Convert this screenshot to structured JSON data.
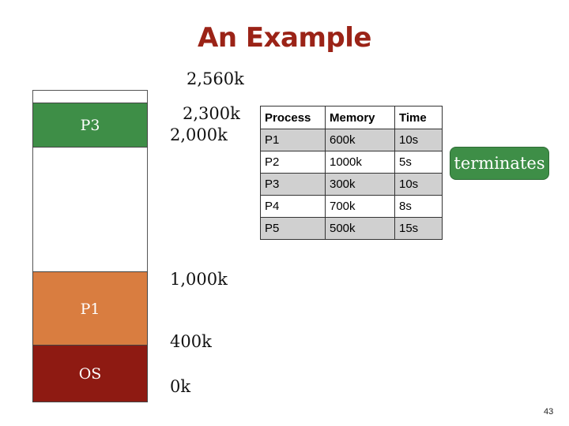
{
  "title": "An Example",
  "memory": {
    "blocks": [
      {
        "label": "P3",
        "color": "#3E8E47"
      },
      {
        "label": "P1",
        "color": "#D97D40"
      },
      {
        "label": "OS",
        "color": "#8E1A12"
      }
    ],
    "addresses": [
      "2,560k",
      "2,300k",
      "2,000k",
      "1,000k",
      "400k",
      "0k"
    ]
  },
  "table": {
    "headers": [
      "Process",
      "Memory",
      "Time"
    ],
    "rows": [
      [
        "P1",
        "600k",
        "10s"
      ],
      [
        "P2",
        "1000k",
        "5s"
      ],
      [
        "P3",
        "300k",
        "10s"
      ],
      [
        "P4",
        "700k",
        "8s"
      ],
      [
        "P5",
        "500k",
        "15s"
      ]
    ]
  },
  "badge": {
    "label": "terminates",
    "color": "#3E8E47"
  },
  "page_number": "43"
}
